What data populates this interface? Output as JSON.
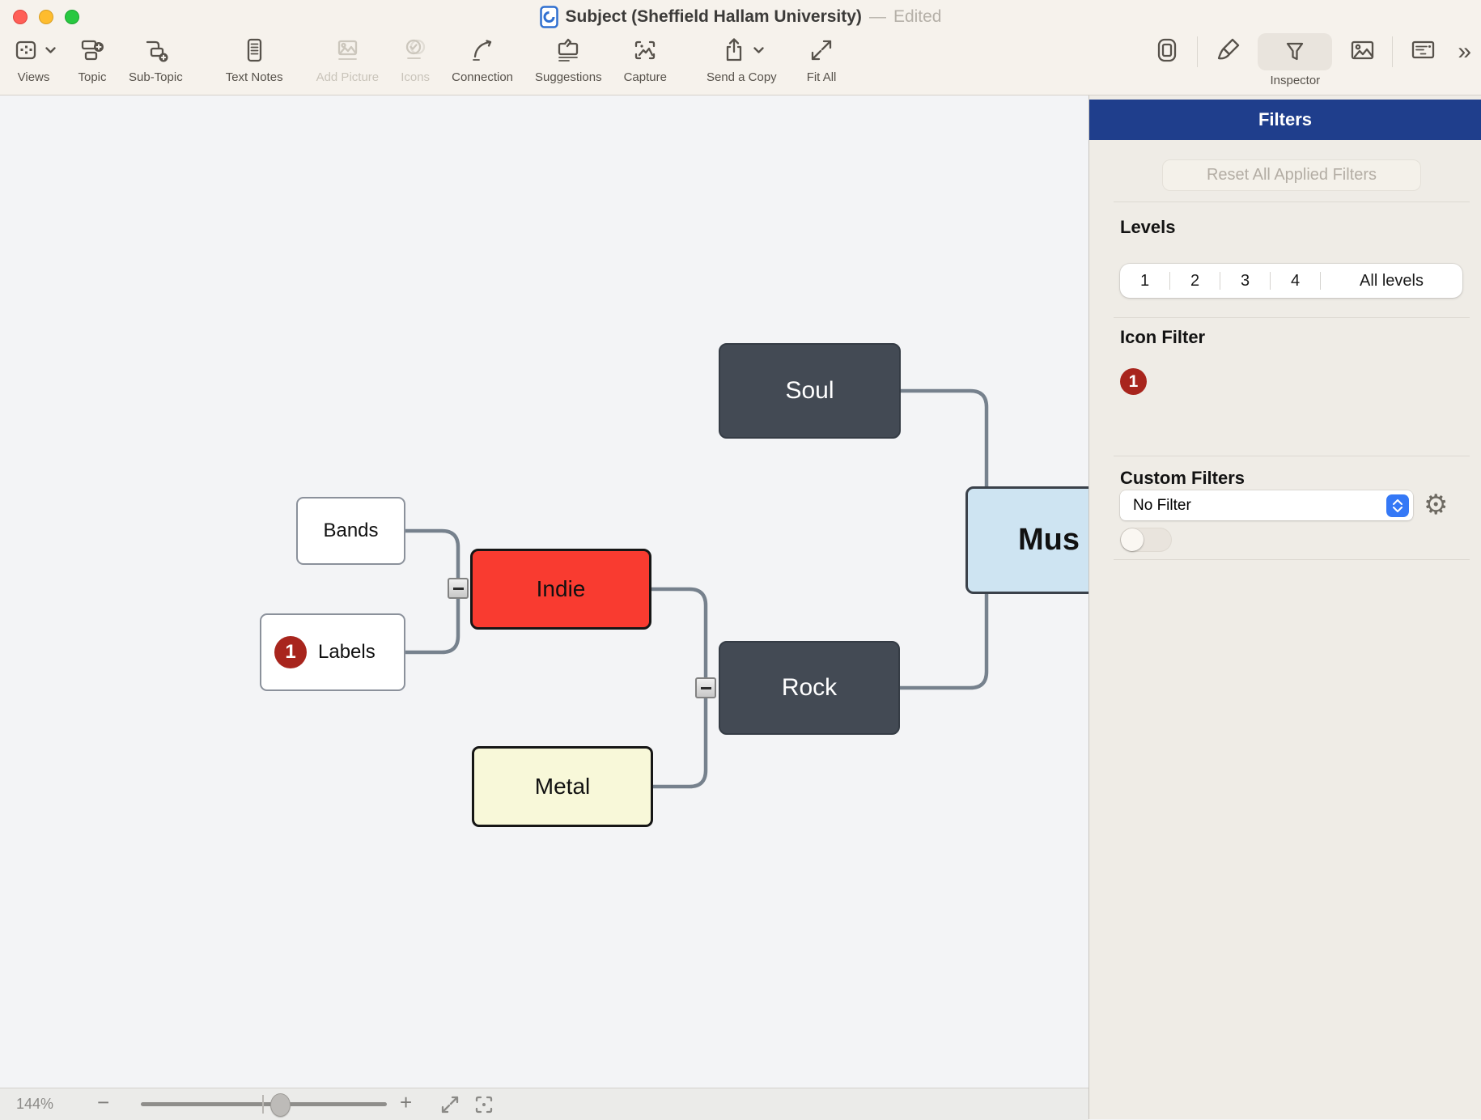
{
  "window": {
    "title": "Subject (Sheffield Hallam University)",
    "separator": "—",
    "edited": "Edited"
  },
  "toolbar": {
    "items": [
      {
        "label": "Views",
        "chevron": true,
        "disabled": false
      },
      {
        "label": "Topic",
        "chevron": false,
        "disabled": false
      },
      {
        "label": "Sub-Topic",
        "chevron": false,
        "disabled": false
      },
      {
        "label": "Text Notes",
        "chevron": false,
        "disabled": false
      },
      {
        "label": "Add Picture",
        "chevron": false,
        "disabled": true
      },
      {
        "label": "Icons",
        "chevron": false,
        "disabled": true
      },
      {
        "label": "Connection",
        "chevron": false,
        "disabled": false
      },
      {
        "label": "Suggestions",
        "chevron": false,
        "disabled": false
      },
      {
        "label": "Capture",
        "chevron": false,
        "disabled": false
      },
      {
        "label": "Send a Copy",
        "chevron": true,
        "disabled": false
      },
      {
        "label": "Fit All",
        "chevron": false,
        "disabled": false
      }
    ],
    "inspector_label": "Inspector",
    "overflow": "»"
  },
  "filters": {
    "title": "Filters",
    "reset_button": "Reset All Applied Filters",
    "levels": {
      "heading": "Levels",
      "options": [
        "1",
        "2",
        "3",
        "4",
        "All levels"
      ]
    },
    "icon_filter": {
      "heading": "Icon Filter",
      "badge": "1"
    },
    "custom": {
      "heading": "Custom Filters",
      "dropdown_value": "No Filter",
      "toggle_state": "off"
    }
  },
  "canvas": {
    "nodes": [
      {
        "label": "Soul"
      },
      {
        "label": "Bands"
      },
      {
        "label": "Labels",
        "badge": "1"
      },
      {
        "label": "Indie"
      },
      {
        "label": "Rock"
      },
      {
        "label": "Metal"
      },
      {
        "label": "Mus"
      }
    ]
  },
  "statusbar": {
    "zoom": "144%",
    "minus": "−",
    "plus": "+"
  },
  "colors": {
    "panel_header_blue": "#1f3e8c",
    "badge_red": "#a8251d",
    "node_dark_slate": "#434a54",
    "node_red": "#f93b30",
    "node_pale_yellow": "#f8f8d9",
    "node_light_blue": "#cee4f2",
    "connector_gray": "#76818d",
    "stepper_blue": "#3478f6"
  }
}
